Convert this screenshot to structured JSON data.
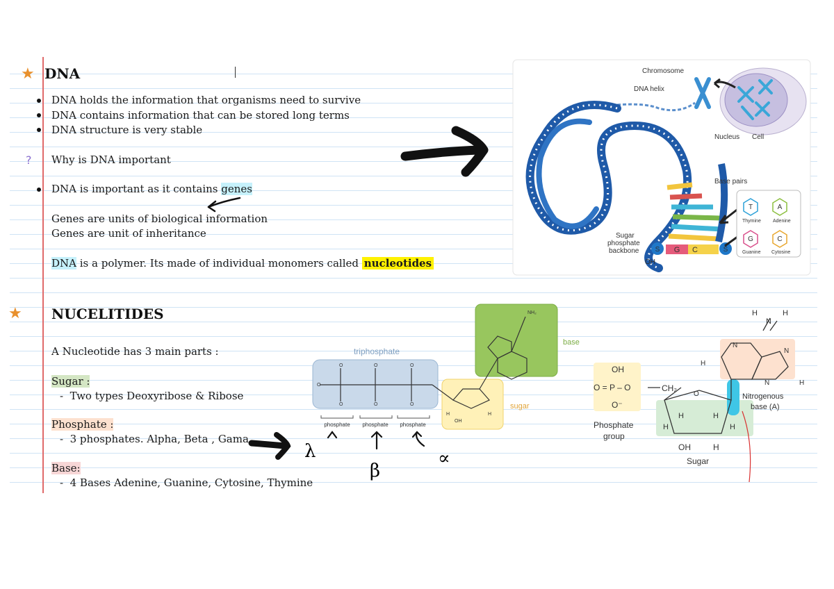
{
  "section1": {
    "heading": "DNA",
    "bullets": [
      "DNA holds the information that organisms need to survive",
      "DNA contains information that can be stored long terms",
      "DNA structure is very stable"
    ],
    "question": "?",
    "question_text": "Why is DNA important",
    "bullet4_prefix": "DNA is important as it contains ",
    "bullet4_highlight": "genes",
    "genes_line1": "Genes are units of biological information",
    "genes_line2": "Genes are unit of inheritance",
    "polymer_dna": "DNA",
    "polymer_text": " is a polymer. Its made of individual monomers called ",
    "polymer_highlight": "nucleotides"
  },
  "section2": {
    "heading": "NUCELITIDES",
    "intro": "A Nucleotide has 3 main parts :",
    "sugar_label": "Sugar  :",
    "sugar_detail": "Two  types Deoxyribose  & Ribose",
    "phosphate_label": "Phosphate :",
    "phosphate_detail": "3 phosphates. Alpha, Beta , Gama",
    "base_label": "Base:",
    "base_detail": "4 Bases Adenine, Guanine, Cytosine, Thymine",
    "dash": "-"
  },
  "dna_figure": {
    "chromosome": "Chromosome",
    "dna_helix": "DNA helix",
    "nucleus": "Nucleus",
    "cell": "Cell",
    "base_pairs": "Base pairs",
    "backbone_1": "Sugar",
    "backbone_2": "phosphate",
    "backbone_3": "backbone",
    "oh": "OH",
    "thymine": "Thymine",
    "adenine": "Adenine",
    "guanine": "Guanine",
    "cytosine": "Cytosine",
    "letter_t": "T",
    "letter_a": "A",
    "letter_g": "G",
    "letter_c": "C",
    "letter_s": "S"
  },
  "atp_figure": {
    "triphosphate": "triphosphate",
    "base": "base",
    "sugar": "sugar",
    "phosphate": "phosphate",
    "nh2": "NH₂",
    "oh": "OH",
    "h": "H"
  },
  "handwriting": {
    "gamma": "λ",
    "beta": "β",
    "alpha": "∝"
  },
  "nucleotide_figure": {
    "oh": "OH",
    "phosphate_line": "O = P – O",
    "ominus": "O⁻",
    "ch2": "CH₂",
    "ring_o": "O",
    "phosphate_group_1": "Phosphate",
    "phosphate_group_2": "group",
    "sugar": "Sugar",
    "nitrogenous_1": "Nitrogenous",
    "nitrogenous_2": "base (A)",
    "h": "H",
    "n": "N",
    "sugar_oh": "OH"
  },
  "colors": {
    "star": "#e8902d",
    "margin": "#e06a6a",
    "rule": "#cfe3f5",
    "highlight_cyan": "#c6f1fb",
    "highlight_yellow": "#fff200",
    "dna_blue": "#1f5aa8"
  }
}
